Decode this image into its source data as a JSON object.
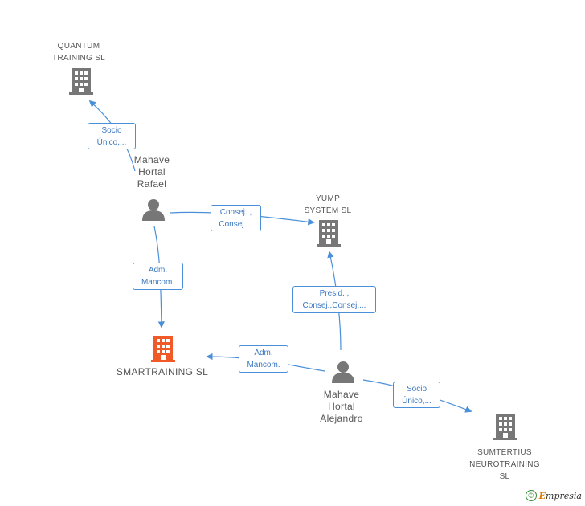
{
  "nodes": {
    "quantum": {
      "label": "QUANTUM\nTRAINING  SL"
    },
    "yump": {
      "label": "YUMP\nSYSTEM SL"
    },
    "smartraining": {
      "label": "SMARTRAINING SL",
      "color": "#f05a28"
    },
    "sumtertius": {
      "label": "SUMTERTIUS\nNEUROTRAINING\nSL"
    },
    "rafael": {
      "label": "Mahave\nHortal\nRafael"
    },
    "alejandro": {
      "label": "Mahave\nHortal\nAlejandro"
    }
  },
  "edges": {
    "rafael_quantum": "Socio\nÚnico,...",
    "rafael_yump": "Consej. ,\nConsej....",
    "rafael_smart": "Adm.\nMancom.",
    "alejandro_yump": "Presid. ,\nConsej.,Consej....",
    "alejandro_smart": "Adm.\nMancom.",
    "alejandro_sumtertius": "Socio\nÚnico,..."
  },
  "footer": {
    "copyright": "©",
    "brand_initial": "E",
    "brand_rest": "mpresia"
  },
  "colors": {
    "edge": "#4a90d9",
    "company": "#777777",
    "main_company": "#f05a28",
    "person": "#777777"
  }
}
